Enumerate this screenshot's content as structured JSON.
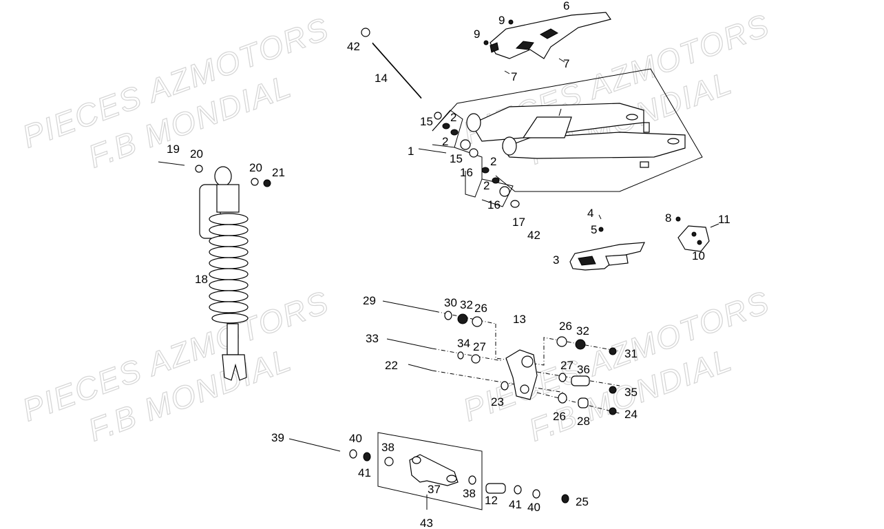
{
  "watermarks": [
    {
      "line1": "PIECES AZMOTORS",
      "line2": "F.B MONDIAL"
    },
    {
      "line1": "PIECES AZMOTORS",
      "line2": "F.B MONDIAL"
    },
    {
      "line1": "PIECES AZMOTORS",
      "line2": "F.B MONDIAL"
    },
    {
      "line1": "PIECES AZMOTORS",
      "line2": "F.B MONDIAL"
    }
  ],
  "callouts": {
    "c1": "1",
    "c2a": "2",
    "c2b": "2",
    "c2c": "2",
    "c2d": "2",
    "c3": "3",
    "c4": "4",
    "c5": "5",
    "c6": "6",
    "c7a": "7",
    "c7b": "7",
    "c8": "8",
    "c9a": "9",
    "c9b": "9",
    "c10": "10",
    "c11": "11",
    "c12": "12",
    "c13": "13",
    "c14": "14",
    "c15a": "15",
    "c15b": "15",
    "c16a": "16",
    "c16b": "16",
    "c17": "17",
    "c18": "18",
    "c19": "19",
    "c20a": "20",
    "c20b": "20",
    "c21": "21",
    "c22": "22",
    "c23": "23",
    "c24": "24",
    "c25": "25",
    "c26a": "26",
    "c26b": "26",
    "c26c": "26",
    "c27a": "27",
    "c27b": "27",
    "c28": "28",
    "c29": "29",
    "c30": "30",
    "c31": "31",
    "c32a": "32",
    "c32b": "32",
    "c33": "33",
    "c34": "34",
    "c35": "35",
    "c36": "36",
    "c37": "37",
    "c38a": "38",
    "c38b": "38",
    "c39": "39",
    "c40a": "40",
    "c40b": "40",
    "c41a": "41",
    "c41b": "41",
    "c42a": "42",
    "c42b": "42",
    "c43": "43"
  }
}
